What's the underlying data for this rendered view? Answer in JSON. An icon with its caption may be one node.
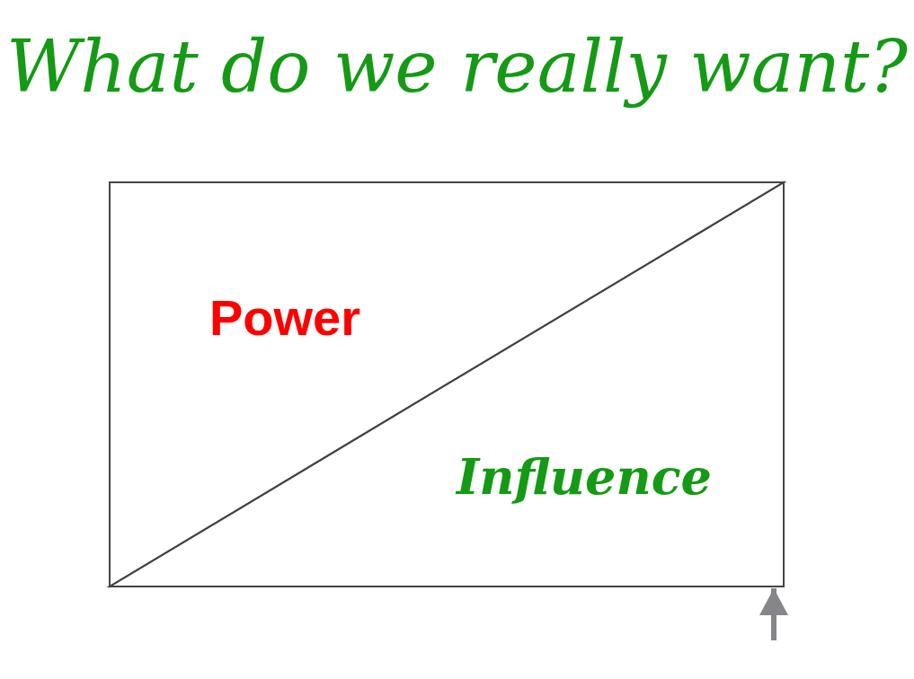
{
  "diagram": {
    "title": "What do we really want?",
    "nodes": [
      {
        "text": [
          "Power"
        ]
      },
      {
        "text": [
          "Influence"
        ]
      }
    ],
    "edges": [
      {
        "from": null,
        "to": 1,
        "arrow": "to",
        "color": "#85858a"
      }
    ]
  }
}
